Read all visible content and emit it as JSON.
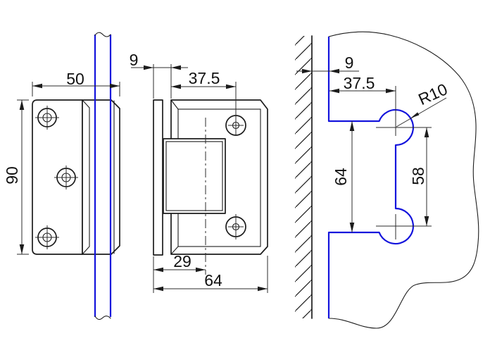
{
  "drawing": {
    "kind": "technical drawing - glass door hinge, three views with wall-side glass cutout template",
    "colors": {
      "glass": "#1414dc",
      "line": "#1c1c1c",
      "background": "#ffffff"
    },
    "dims": {
      "front_width": "50",
      "front_height": "90",
      "side_glass_offset": "9",
      "side_hole_from_edge": "37.5",
      "side_pivot_from_glass": "29",
      "side_total_depth": "64",
      "cut_wall_gap": "9",
      "cut_hole_from_edge": "37.5",
      "cut_radius": "R10",
      "cut_notch_height": "64",
      "cut_hole_spacing": "58"
    }
  }
}
